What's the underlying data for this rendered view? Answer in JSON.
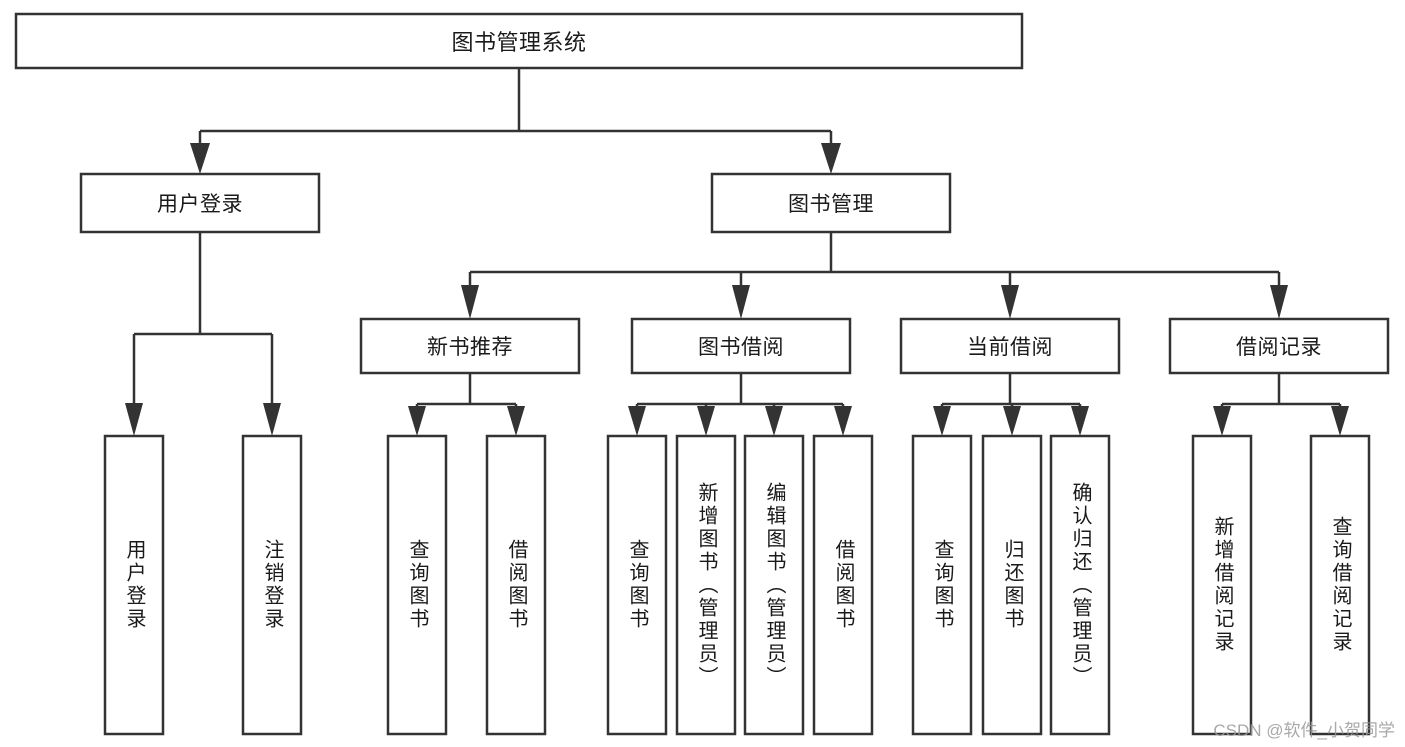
{
  "diagram": {
    "type": "hierarchy-tree",
    "title": "图书管理系统",
    "watermark": "CSDN @软件_小贺同学",
    "colors": {
      "box_stroke": "#333333",
      "box_fill": "#ffffff",
      "text": "#1a1a1a",
      "background": "#ffffff",
      "watermark": "#9a9a9a"
    },
    "levels": 4,
    "nodes": {
      "root": {
        "label": "图书管理系统"
      },
      "level2": [
        {
          "label": "用户登录"
        },
        {
          "label": "图书管理"
        }
      ],
      "level3": [
        {
          "label": "新书推荐"
        },
        {
          "label": "图书借阅"
        },
        {
          "label": "当前借阅"
        },
        {
          "label": "借阅记录"
        }
      ],
      "leaves_user_login": [
        {
          "label": "用户登录"
        },
        {
          "label": "注销登录"
        }
      ],
      "leaves_new_book": [
        {
          "label": "查询图书"
        },
        {
          "label": "借阅图书"
        }
      ],
      "leaves_borrow": [
        {
          "label": "查询图书"
        },
        {
          "label": "新增图书（管理员）"
        },
        {
          "label": "编辑图书（管理员）"
        },
        {
          "label": "借阅图书"
        }
      ],
      "leaves_current": [
        {
          "label": "查询图书"
        },
        {
          "label": "归还图书"
        },
        {
          "label": "确认归还（管理员）"
        }
      ],
      "leaves_records": [
        {
          "label": "新增借阅记录"
        },
        {
          "label": "查询借阅记录"
        }
      ]
    }
  }
}
